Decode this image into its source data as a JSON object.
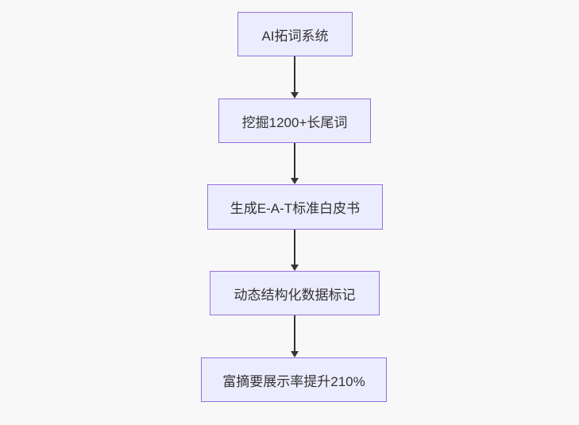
{
  "flowchart": {
    "title": "SEO AI flowchart",
    "nodes": [
      {
        "id": "ai-keyword-system",
        "label": "AI拓词系统"
      },
      {
        "id": "mine-longtail-keywords",
        "label": "挖掘1200+长尾词"
      },
      {
        "id": "generate-eat-whitepaper",
        "label": "生成E-A-T标准白皮书"
      },
      {
        "id": "dynamic-structured-data",
        "label": "动态结构化数据标记"
      },
      {
        "id": "rich-snippet-uplift",
        "label": "富摘要展示率提升210%"
      }
    ],
    "edges": [
      {
        "from": "ai-keyword-system",
        "to": "mine-longtail-keywords"
      },
      {
        "from": "mine-longtail-keywords",
        "to": "generate-eat-whitepaper"
      },
      {
        "from": "generate-eat-whitepaper",
        "to": "dynamic-structured-data"
      },
      {
        "from": "dynamic-structured-data",
        "to": "rich-snippet-uplift"
      }
    ],
    "colors": {
      "background": "#f8f8f8",
      "node_fill": "#ECECFF",
      "node_border": "#9370DB",
      "arrow": "#333333",
      "text": "#333333"
    }
  }
}
